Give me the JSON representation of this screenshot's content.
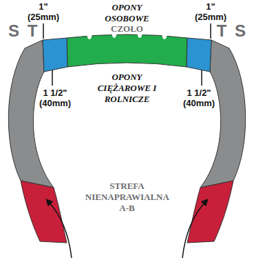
{
  "diagram": {
    "labels": [
      "1\" (25mm)",
      "OPONY OSOBOWE",
      "1\" (25mm)",
      "S",
      "T",
      "CZOŁO",
      "T",
      "S",
      "OPONY CIĘŻAROWE I ROLNICZE",
      "1 1/2\" (40mm)",
      "1 1/2\" (40mm)",
      "STREFA NIENAPRAWIALNA A-B"
    ]
  }
}
